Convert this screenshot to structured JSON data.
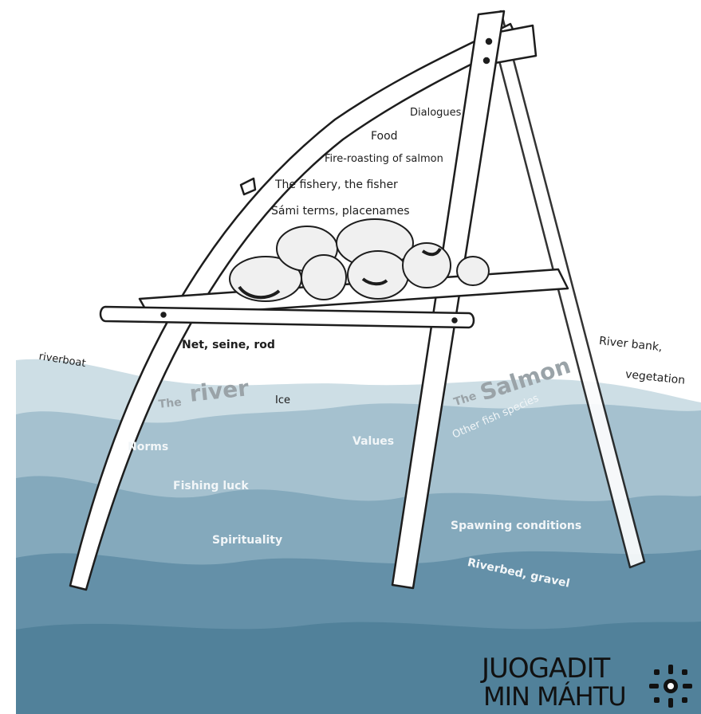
{
  "labels": {
    "dialogues": "Dialogues",
    "food": "Food",
    "fire_roasting": "Fire-roasting of salmon",
    "fishery": "The fishery, the fisher",
    "sami_terms": "Sámi terms, placenames",
    "net": "Net, seine, rod",
    "riverboat": "riverboat",
    "river_bank": "River bank,",
    "vegetation": "vegetation",
    "the_river_small": "The",
    "the_river_big": "river",
    "ice": "Ice",
    "the_salmon_small": "The",
    "the_salmon_big": "Salmon",
    "other_fish": "Other fish species",
    "norms": "Norms",
    "values": "Values",
    "fishing_luck": "Fishing luck",
    "spirituality": "Spirituality",
    "spawning": "Spawning conditions",
    "riverbed": "Riverbed, gravel"
  },
  "logo": {
    "line1": "JUOGADIT",
    "line2": "MIN MÁHTU"
  },
  "colors": {
    "water_light": "#bcd3dd",
    "water_mid": "#7ea5b8",
    "water_dark": "#4f7f98",
    "ink": "#1d1d1d"
  }
}
